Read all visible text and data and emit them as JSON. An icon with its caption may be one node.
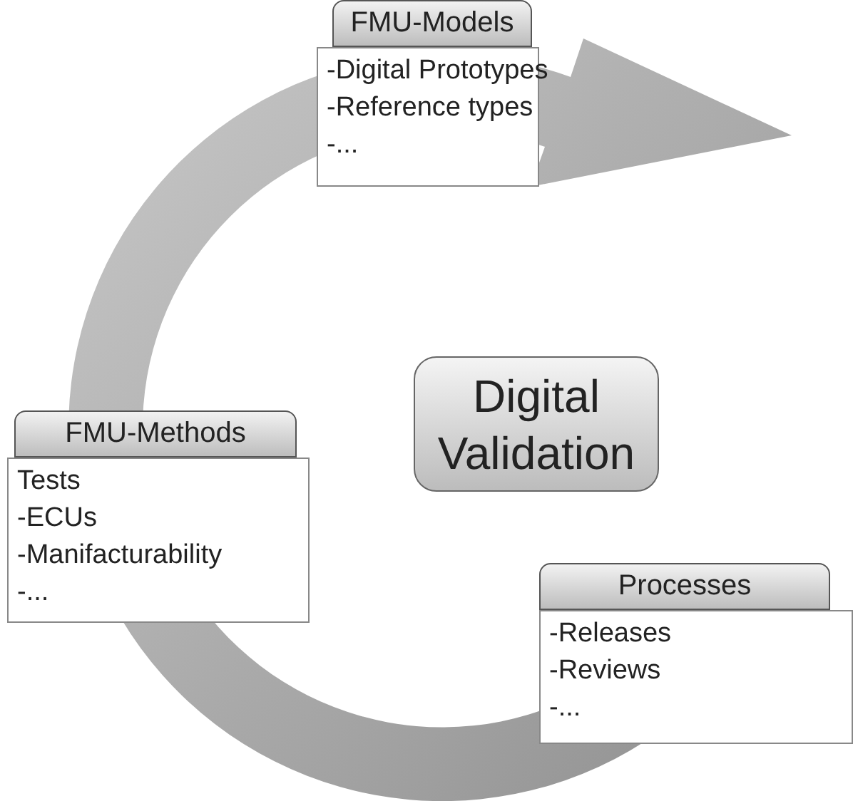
{
  "diagram": {
    "nodes": [
      {
        "text": [
          "FMU-Models",
          "-Digital Prototypes",
          "-Reference types",
          "-..."
        ]
      },
      {
        "text": [
          "Digital Validation"
        ]
      },
      {
        "text": [
          "FMU-Methods",
          "Tests",
          "-ECUs",
          "-Manifacturability",
          "-..."
        ]
      },
      {
        "text": [
          "Processes",
          "-Releases",
          "-Reviews",
          "-..."
        ]
      }
    ]
  }
}
